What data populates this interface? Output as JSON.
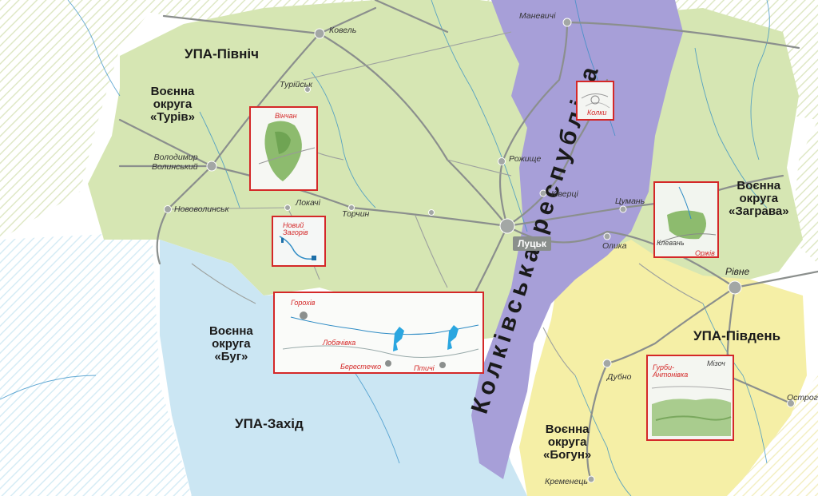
{
  "regions": {
    "north": "УПА-Північ",
    "west": "УПА-Захід",
    "south": "УПА-Південь"
  },
  "districts": {
    "turiv": [
      "Воєнна",
      "округа",
      "«Турів»"
    ],
    "buh": [
      "Воєнна",
      "округа",
      "«Буг»"
    ],
    "zahrava": [
      "Воєнна",
      "округа",
      "«Заграва»"
    ],
    "bohun": [
      "Воєнна",
      "округа",
      "«Богун»"
    ]
  },
  "republic": "Колківська республіка",
  "cities": {
    "kovel": "Ковель",
    "manevychi": "Маневичі",
    "turiisk": "Турійськ",
    "volodymyr": [
      "Володимир",
      "Волинський"
    ],
    "novovolynsk": "Нововолинськ",
    "rozhyshche": "Рожище",
    "kivertsi": "Ківерці",
    "tsuman": "Цумань",
    "lutsk": "Луцьк",
    "olyka": "Олика",
    "rivne": "Рівне",
    "dubno": "Дубно",
    "mizoch": "Мізоч",
    "ostroh": "Острог",
    "kremenets": "Кременець",
    "lokachi": "Локачі",
    "torchyn": "Торчин",
    "kolky": "Колки"
  },
  "insets": {
    "vilshanka": {
      "title": "Вінчан"
    },
    "kolky": {
      "title": "Колки"
    },
    "novyi_zahoriv": {
      "title": [
        "Новий",
        "Загорів"
      ]
    },
    "klevan": {
      "labels": [
        "Клевань",
        "Оржів"
      ]
    },
    "horokhiv": {
      "labels": [
        "Горохів",
        "Лобачівка",
        "Берестечко",
        "Птичі"
      ]
    },
    "hurby": {
      "title": [
        "Гурби-",
        "Антонівка"
      ],
      "extra": "Мізоч"
    }
  },
  "colors": {
    "north_fill": "#d6e6b3",
    "west_fill": "#cbe6f3",
    "south_fill": "#f5efa6",
    "republic_fill": "#a79fd8",
    "river": "#2f8cc5",
    "road": "#8b8f8d",
    "inset_border": "#d42828"
  }
}
